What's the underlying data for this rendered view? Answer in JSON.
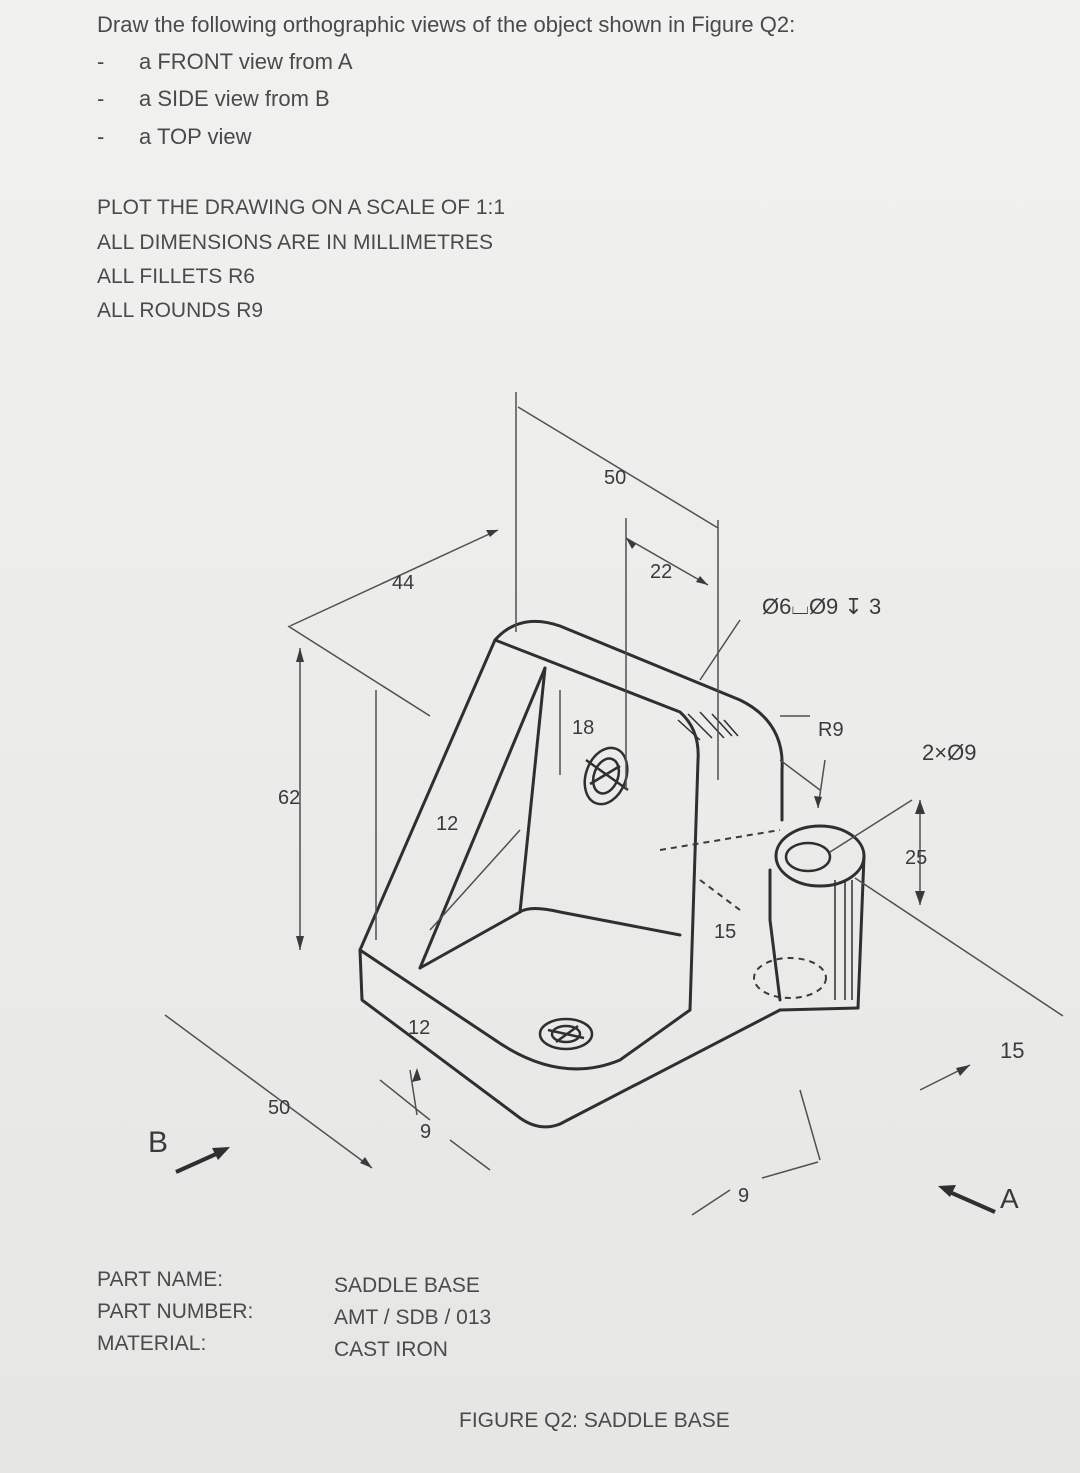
{
  "instructions": {
    "title": "Draw the following orthographic views of the object shown in Figure Q2:",
    "bullets": [
      "a FRONT view from A",
      "a SIDE view from B",
      "a TOP view"
    ],
    "bullet_marker": "-"
  },
  "specs": [
    "PLOT THE DRAWING ON A SCALE OF 1:1",
    "ALL DIMENSIONS ARE IN MILLIMETRES",
    "ALL FILLETS R6",
    "ALL ROUNDS R9"
  ],
  "drawing": {
    "dims": {
      "d50_top": "50",
      "d22": "22",
      "d44": "44",
      "d62": "62",
      "d12_upper": "12",
      "d18": "18",
      "d12_lower": "12",
      "d50_bottom": "50",
      "d9_left": "9",
      "d9_right": "9",
      "d15_mid": "15",
      "d15_right": "15",
      "d25": "25",
      "r9": "R9",
      "hole_note": "Ø6⌴Ø9 ↧ 3",
      "holes_2x": "2×Ø9"
    },
    "view_labels": {
      "a": "A",
      "b": "B"
    }
  },
  "part_info": {
    "labels": [
      "PART NAME:",
      "PART NUMBER:",
      "MATERIAL:"
    ],
    "values": [
      "SADDLE BASE",
      "AMT / SDB / 013",
      "CAST IRON"
    ]
  },
  "caption": "FIGURE Q2: SADDLE BASE"
}
